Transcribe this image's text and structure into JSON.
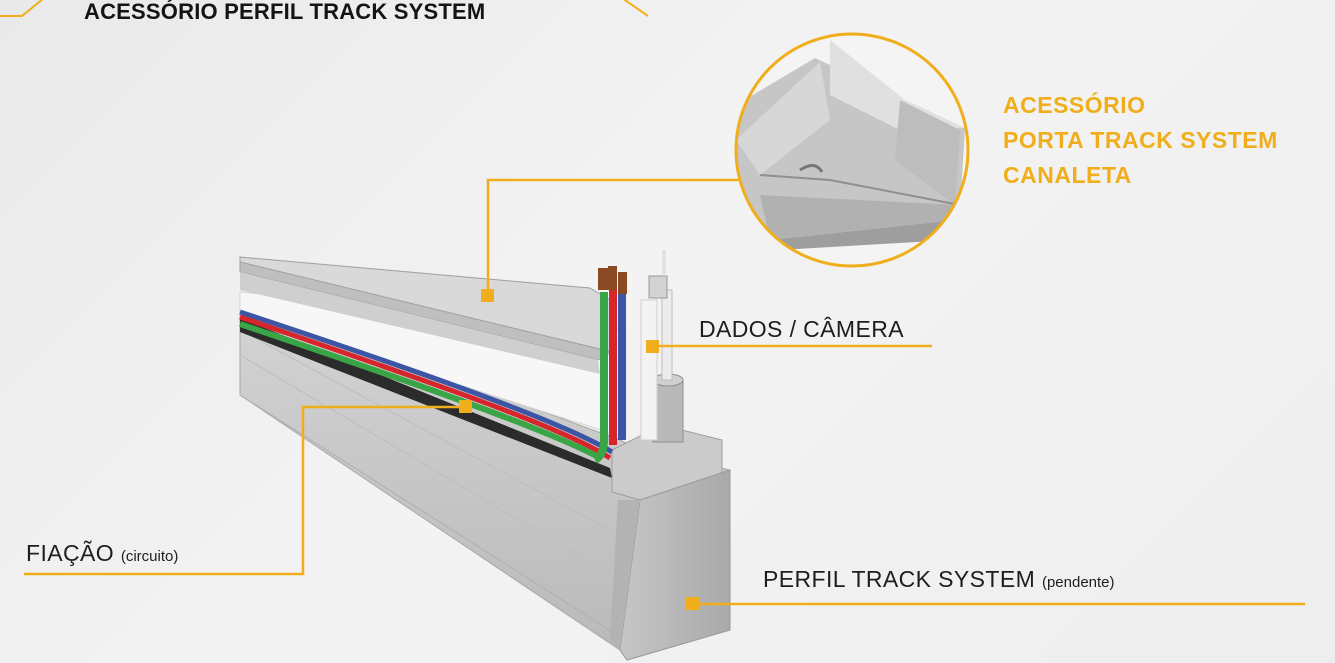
{
  "header": {
    "title": "ACESSÓRIO PERFIL TRACK SYSTEM"
  },
  "callouts": {
    "accessory": {
      "lines": [
        "ACESSÓRIO",
        "PORTA TRACK SYSTEM",
        "CANALETA"
      ]
    },
    "data_camera": {
      "label": "DADOS / CÂMERA"
    },
    "wiring": {
      "label": "FIAÇÃO",
      "note": "(circuito)"
    },
    "profile": {
      "label": "PERFIL TRACK SYSTEM",
      "note": "(pendente)"
    }
  },
  "colors": {
    "accent": "#f0ae1c",
    "profile_gray": "#c9c9c9",
    "wire_red": "#d7262b",
    "wire_blue": "#3c55a5",
    "wire_green": "#3aa546"
  }
}
